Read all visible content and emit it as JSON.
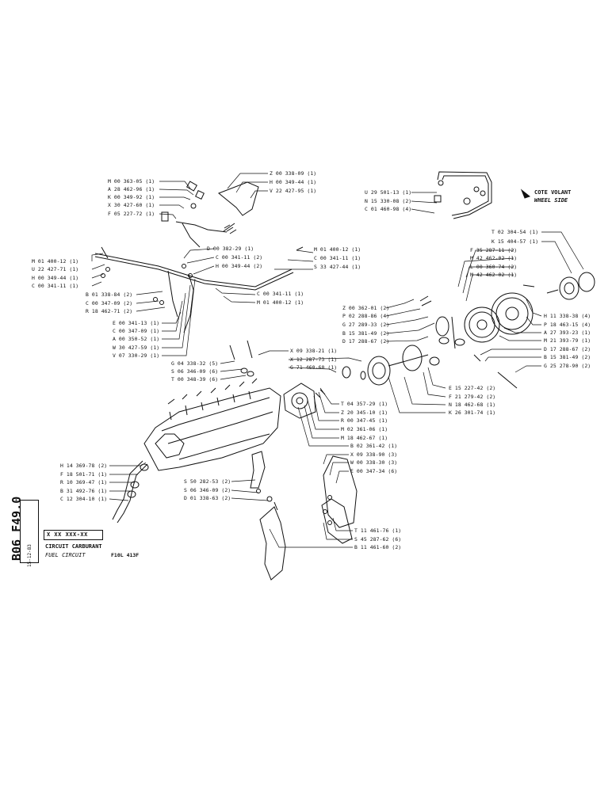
{
  "title_block": {
    "doc_ref": "B06 F49.0",
    "date": "15-12-83",
    "part_code": "X XX XXX-XX",
    "title_fr": "CIRCUIT CARBURANT",
    "title_en": "FUEL CIRCUIT",
    "model": "F10L 413F"
  },
  "orientation": {
    "fr": "COTE VOLANT",
    "en": "WHEEL SIDE"
  },
  "labels": [
    "M 00 363-05 (1)",
    "A 28 462-96 (1)",
    "K 00 349-92 (1)",
    "X 30 427-60 (1)",
    "F 05 227-72 (1)",
    "Z 00 338-09 (1)",
    "H 00 349-44 (1)",
    "V 22 427-95 (1)",
    "U 29 501-13 (1)",
    "N 15 330-08 (2)",
    "C 01 460-98 (4)",
    "M 01 400-12 (1)",
    "U 22 427-71 (1)",
    "H 00 349-44 (1)",
    "C 00 341-11 (1)",
    "D 00 382-29 (1)",
    "C 00 341-11 (2)",
    "H 00 349-44 (2)",
    "M 01 400-12 (1)",
    "C 00 341-11 (1)",
    "S 33 427-44 (1)",
    "B 01 338-84 (2)",
    "C 00 347-09 (2)",
    "R 18 462-71 (2)",
    "C 00 341-11 (1)",
    "M 01 400-12 (1)",
    "E 00 341-13 (1)",
    "C 00 347-09 (1)",
    "A 00 350-52 (1)",
    "W 30 427-59 (1)",
    "V 07 330-29 (1)",
    "T 02 304-54 (1)",
    "K 15 404-57 (1)",
    "F 35 287-11 (2)",
    "M 42 462-02 (1)",
    "L 00 360-74 (2)",
    "M 42 462-02 (1)",
    "Z 00 362-01 (2)",
    "P 02 288-86 (4)",
    "G 27 289-33 (2)",
    "B 15 381-49 (2)",
    "D 17 288-67 (2)",
    "H 11 338-38 (4)",
    "P 18 463-15 (4)",
    "A 27 393-23 (1)",
    "M 21 393-79 (1)",
    "D 17 288-67 (2)",
    "B 15 381-49 (2)",
    "G 25 278-90 (2)",
    "X 09 338-21 (1)",
    "X 12 287-73 (1)",
    "G 71 460-60 (1)",
    "G 04 338-32 (5)",
    "S 06 346-09 (6)",
    "T 00 348-39 (6)",
    "E 15 227-42 (2)",
    "F 21 279-42 (2)",
    "N 18 462-68 (1)",
    "K 26 301-74 (1)",
    "T 04 357-29 (1)",
    "Z 20 345-10 (1)",
    "R 00 347-45 (1)",
    "M 02 361-06 (1)",
    "M 18 462-67 (1)",
    "B 02 361-42 (1)",
    "X 09 338-90 (3)",
    "W 00 338-30 (3)",
    "E 00 347-34 (6)",
    "H 14 369-78 (2)",
    "F 18 501-71 (1)",
    "R 10 369-47 (1)",
    "B 31 492-76 (1)",
    "C 12 304-10 (1)",
    "S 50 282-53 (2)",
    "S 06 346-09 (2)",
    "D 01 338-63 (2)",
    "T 11 461-76 (1)",
    "S 45 287-62 (6)",
    "B 11 461-60 (2)"
  ]
}
